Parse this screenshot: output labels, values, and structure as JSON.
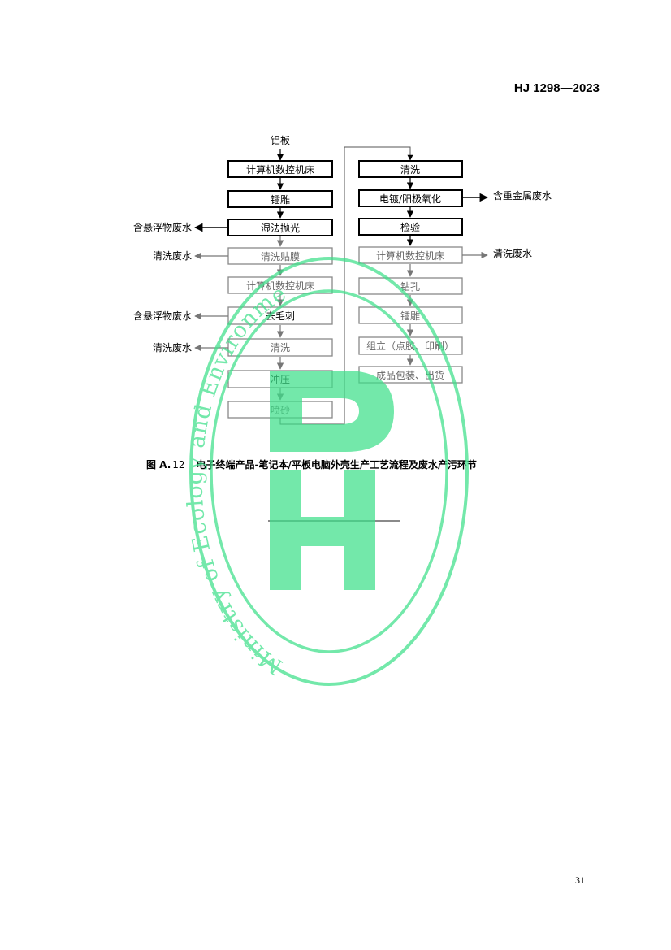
{
  "header": {
    "standard_code": "HJ 1298—2023"
  },
  "figure": {
    "caption_prefix": "图 A.",
    "caption_number": "12",
    "caption_title": "电子终端产品-笔记本/平板电脑外壳生产工艺流程及废水产污环节"
  },
  "flow": {
    "input_material": "铝板",
    "left_steps": [
      "计算机数控机床",
      "镭雕",
      "湿法抛光",
      "清洗贴膜",
      "计算机数控机床",
      "去毛刺",
      "清洗",
      "冲压",
      "喷砂"
    ],
    "right_steps": [
      "清洗",
      "电镀/阳极氧化",
      "检验",
      "计算机数控机床",
      "钻孔",
      "镭雕",
      "组立（点胶、印刷）",
      "成品包装、出货"
    ],
    "left_outputs": [
      "含悬浮物废水",
      "清洗废水",
      "含悬浮物废水",
      "清洗废水"
    ],
    "right_outputs": [
      "含重金属废水",
      "清洗废水"
    ]
  },
  "watermark": {
    "text": "Ministry of Ecology and Environment",
    "color": "#3ee08a"
  },
  "page_number": "31"
}
